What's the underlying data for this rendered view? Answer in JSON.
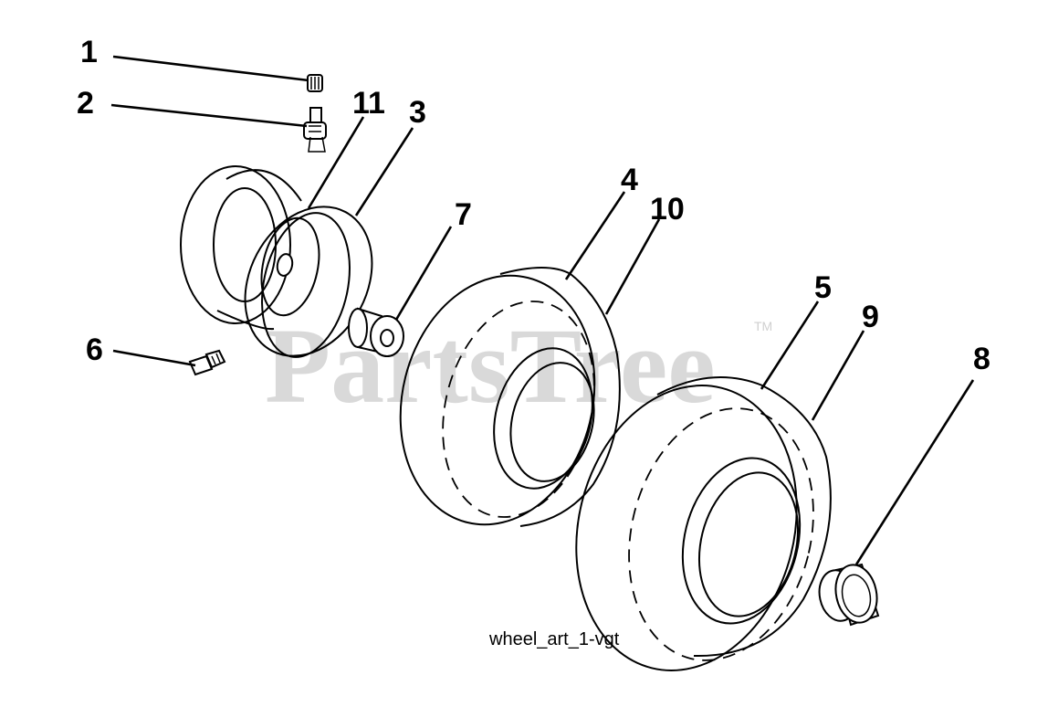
{
  "watermark": {
    "text": "PartsTree",
    "trademark": "TM"
  },
  "caption": "wheel_art_1-vgt",
  "callouts": [
    {
      "id": "c1",
      "label": "1"
    },
    {
      "id": "c2",
      "label": "2"
    },
    {
      "id": "c11",
      "label": "11"
    },
    {
      "id": "c3",
      "label": "3"
    },
    {
      "id": "c4",
      "label": "4"
    },
    {
      "id": "c10",
      "label": "10"
    },
    {
      "id": "c7",
      "label": "7"
    },
    {
      "id": "c5",
      "label": "5"
    },
    {
      "id": "c9",
      "label": "9"
    },
    {
      "id": "c8",
      "label": "8"
    },
    {
      "id": "c6",
      "label": "6"
    }
  ]
}
